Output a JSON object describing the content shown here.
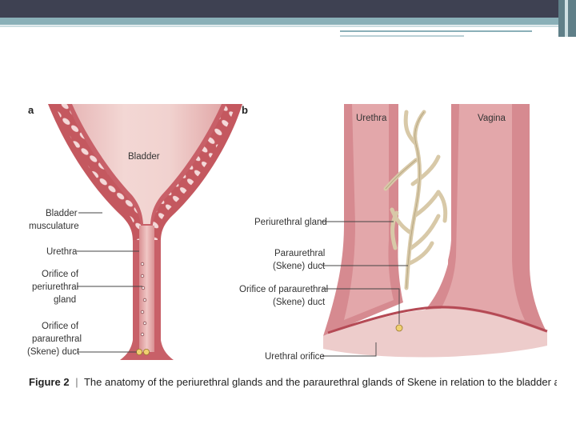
{
  "colors": {
    "header_dark": "#3e4152",
    "header_teal": "#8ab0b8",
    "urethra_wall": "#c8646e",
    "tissue_pink": "#e8b4b4",
    "lumen_light": "#f1d6d3",
    "gland_beige": "#d8c9a8",
    "orifice_yellow": "#f0d070"
  },
  "panel_a": {
    "letter": "a",
    "bladder": "Bladder",
    "bladder_musculature_1": "Bladder",
    "bladder_musculature_2": "musculature",
    "urethra": "Urethra",
    "orifice_gland_1": "Orifice of",
    "orifice_gland_2": "periurethral",
    "orifice_gland_3": "gland",
    "orifice_duct_1": "Orifice of",
    "orifice_duct_2": "paraurethral",
    "orifice_duct_3": "(Skene) duct"
  },
  "panel_b": {
    "letter": "b",
    "urethra": "Urethra",
    "vagina": "Vagina",
    "periurethral_gland": "Periurethral gland",
    "paraurethral_duct_1": "Paraurethral",
    "paraurethral_duct_2": "(Skene) duct",
    "orifice_paraurethral_1": "Orifice of paraurethral",
    "orifice_paraurethral_2": "(Skene) duct",
    "urethral_orifice": "Urethral orifice"
  },
  "caption": {
    "figure_label": "Figure 2",
    "separator": "|",
    "text": "The anatomy of the periurethral glands and the paraurethral glands of Skene in relation to the bladder and"
  }
}
